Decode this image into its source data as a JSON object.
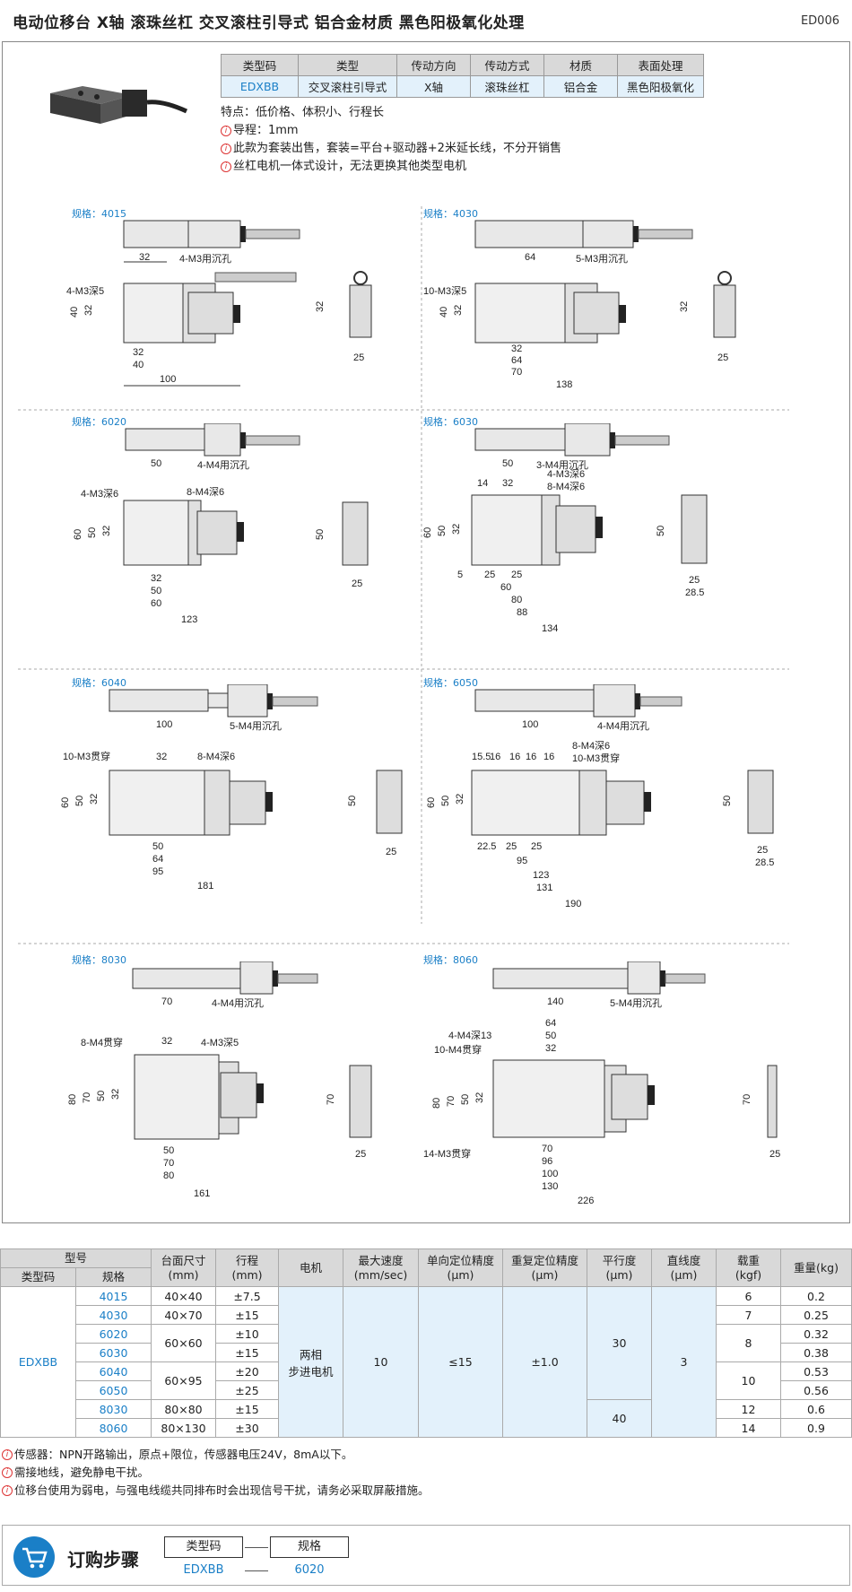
{
  "header": {
    "title": "电动位移台  X轴  滚珠丝杠  交叉滚柱引导式  铝合金材质  黑色阳极氧化处理",
    "code": "ED006"
  },
  "spec_table": {
    "headers": [
      "类型码",
      "类型",
      "传动方向",
      "传动方式",
      "材质",
      "表面处理"
    ],
    "values": [
      "EDXBB",
      "交叉滚柱引导式",
      "X轴",
      "滚珠丝杠",
      "铝合金",
      "黑色阳极氧化"
    ]
  },
  "features": {
    "title": "特点：低价格、体积小、行程长",
    "items": [
      "导程：1mm",
      "此款为套装出售，套装=平台+驱动器+2米延长线，不分开销售",
      "丝杠电机一体式设计，无法更换其他类型电机"
    ]
  },
  "drawings": [
    {
      "label": "规格：4015",
      "top_dims": [
        "32",
        "4-M3用沉孔"
      ],
      "hole_note": "4-M3深5",
      "side_dims": [
        "40",
        "32"
      ],
      "bottom_dims": [
        "32",
        "40",
        "100"
      ],
      "end_dims": [
        "32",
        "25"
      ]
    },
    {
      "label": "规格：4030",
      "top_dims": [
        "64",
        "5-M3用沉孔"
      ],
      "hole_note": "10-M3深5",
      "side_dims": [
        "40",
        "32"
      ],
      "bottom_dims": [
        "32",
        "64",
        "70",
        "138"
      ],
      "end_dims": [
        "32",
        "25"
      ]
    },
    {
      "label": "规格：6020",
      "top_dims": [
        "50",
        "4-M4用沉孔"
      ],
      "hole_note": "4-M3深6",
      "hole_note2": "8-M4深6",
      "side_dims": [
        "60",
        "50",
        "32"
      ],
      "bottom_dims": [
        "32",
        "50",
        "60",
        "123"
      ],
      "end_dims": [
        "50",
        "25"
      ]
    },
    {
      "label": "规格：6030",
      "top_dims": [
        "50",
        "3-M4用沉孔"
      ],
      "hole_note": "4-M3深6",
      "hole_note2": "8-M4深6",
      "side_dims": [
        "60",
        "50",
        "32"
      ],
      "extra_top": [
        "14",
        "32"
      ],
      "bottom_dims": [
        "5",
        "25",
        "25",
        "60",
        "80",
        "88",
        "134"
      ],
      "end_dims": [
        "50",
        "25",
        "28.5"
      ]
    },
    {
      "label": "规格：6040",
      "top_dims": [
        "100",
        "5-M4用沉孔"
      ],
      "hole_note": "10-M3贯穿",
      "hole_note2": "8-M4深6",
      "extra_top": [
        "32"
      ],
      "side_dims": [
        "60",
        "50",
        "32"
      ],
      "bottom_dims": [
        "50",
        "64",
        "95",
        "181"
      ],
      "end_dims": [
        "50",
        "25"
      ]
    },
    {
      "label": "规格：6050",
      "top_dims": [
        "100",
        "4-M4用沉孔"
      ],
      "hole_note": "8-M4深6",
      "hole_note2": "10-M3贯穿",
      "extra_top": [
        "15.5",
        "16",
        "16",
        "16",
        "16"
      ],
      "side_dims": [
        "60",
        "50",
        "32"
      ],
      "bottom_dims": [
        "22.5",
        "25",
        "25",
        "95",
        "123",
        "131",
        "190"
      ],
      "end_dims": [
        "50",
        "25",
        "28.5"
      ]
    },
    {
      "label": "规格：8030",
      "top_dims": [
        "70",
        "4-M4用沉孔"
      ],
      "hole_note": "8-M4贯穿",
      "hole_note2": "4-M3深5",
      "extra_top": [
        "32"
      ],
      "side_dims": [
        "80",
        "70",
        "50",
        "32"
      ],
      "bottom_dims": [
        "50",
        "70",
        "80",
        "161"
      ],
      "end_dims": [
        "70",
        "25"
      ]
    },
    {
      "label": "规格：8060",
      "top_dims": [
        "140",
        "5-M4用沉孔"
      ],
      "hole_note": "4-M4深13",
      "hole_note2": "10-M4贯穿",
      "hole_note3": "14-M3贯穿",
      "extra_top": [
        "64",
        "50",
        "32"
      ],
      "side_dims": [
        "80",
        "70",
        "50",
        "32"
      ],
      "bottom_dims": [
        "70",
        "96",
        "100",
        "130",
        "226"
      ],
      "end_dims": [
        "70",
        "25"
      ]
    }
  ],
  "main_table": {
    "group_header": "型号",
    "headers": [
      "类型码",
      "规格",
      "台面尺寸\n(mm)",
      "行程\n(mm)",
      "电机",
      "最大速度\n(mm/sec)",
      "单向定位精度\n(μm)",
      "重复定位精度\n(μm)",
      "平行度\n(μm)",
      "直线度\n(μm)",
      "载重\n(kgf)",
      "重量(kg)"
    ],
    "type_code": "EDXBB",
    "specs": [
      "4015",
      "4030",
      "6020",
      "6030",
      "6040",
      "6050",
      "8030",
      "8060"
    ],
    "table_sizes": [
      {
        "text": "40×40",
        "rows": 1
      },
      {
        "text": "40×70",
        "rows": 1
      },
      {
        "text": "60×60",
        "rows": 2
      },
      {
        "text": "60×95",
        "rows": 2
      },
      {
        "text": "80×80",
        "rows": 1
      },
      {
        "text": "80×130",
        "rows": 1
      }
    ],
    "strokes": [
      "±7.5",
      "±15",
      "±10",
      "±15",
      "±20",
      "±25",
      "±15",
      "±30"
    ],
    "motor": "两相\n步进电机",
    "max_speed": "10",
    "one_way": "≤15",
    "repeat": "±1.0",
    "parallel": [
      {
        "text": "30",
        "rows": 6
      },
      {
        "text": "40",
        "rows": 2
      }
    ],
    "straight": "3",
    "loads": [
      {
        "text": "6",
        "rows": 1
      },
      {
        "text": "7",
        "rows": 1
      },
      {
        "text": "8",
        "rows": 2
      },
      {
        "text": "10",
        "rows": 2
      },
      {
        "text": "12",
        "rows": 1
      },
      {
        "text": "14",
        "rows": 1
      }
    ],
    "weights": [
      "0.2",
      "0.25",
      "0.32",
      "0.38",
      "0.53",
      "0.56",
      "0.6",
      "0.9"
    ]
  },
  "notes": [
    "传感器：NPN开路输出，原点+限位，传感器电压24V，8mA以下。",
    "需接地线，避免静电干扰。",
    "位移台使用为弱电，与强电线缆共同排布时会出现信号干扰，请务必采取屏蔽措施。"
  ],
  "order": {
    "title": "订购步骤",
    "type_label": "类型码",
    "spec_label": "规格",
    "type_value": "EDXBB",
    "spec_value": "6020"
  }
}
